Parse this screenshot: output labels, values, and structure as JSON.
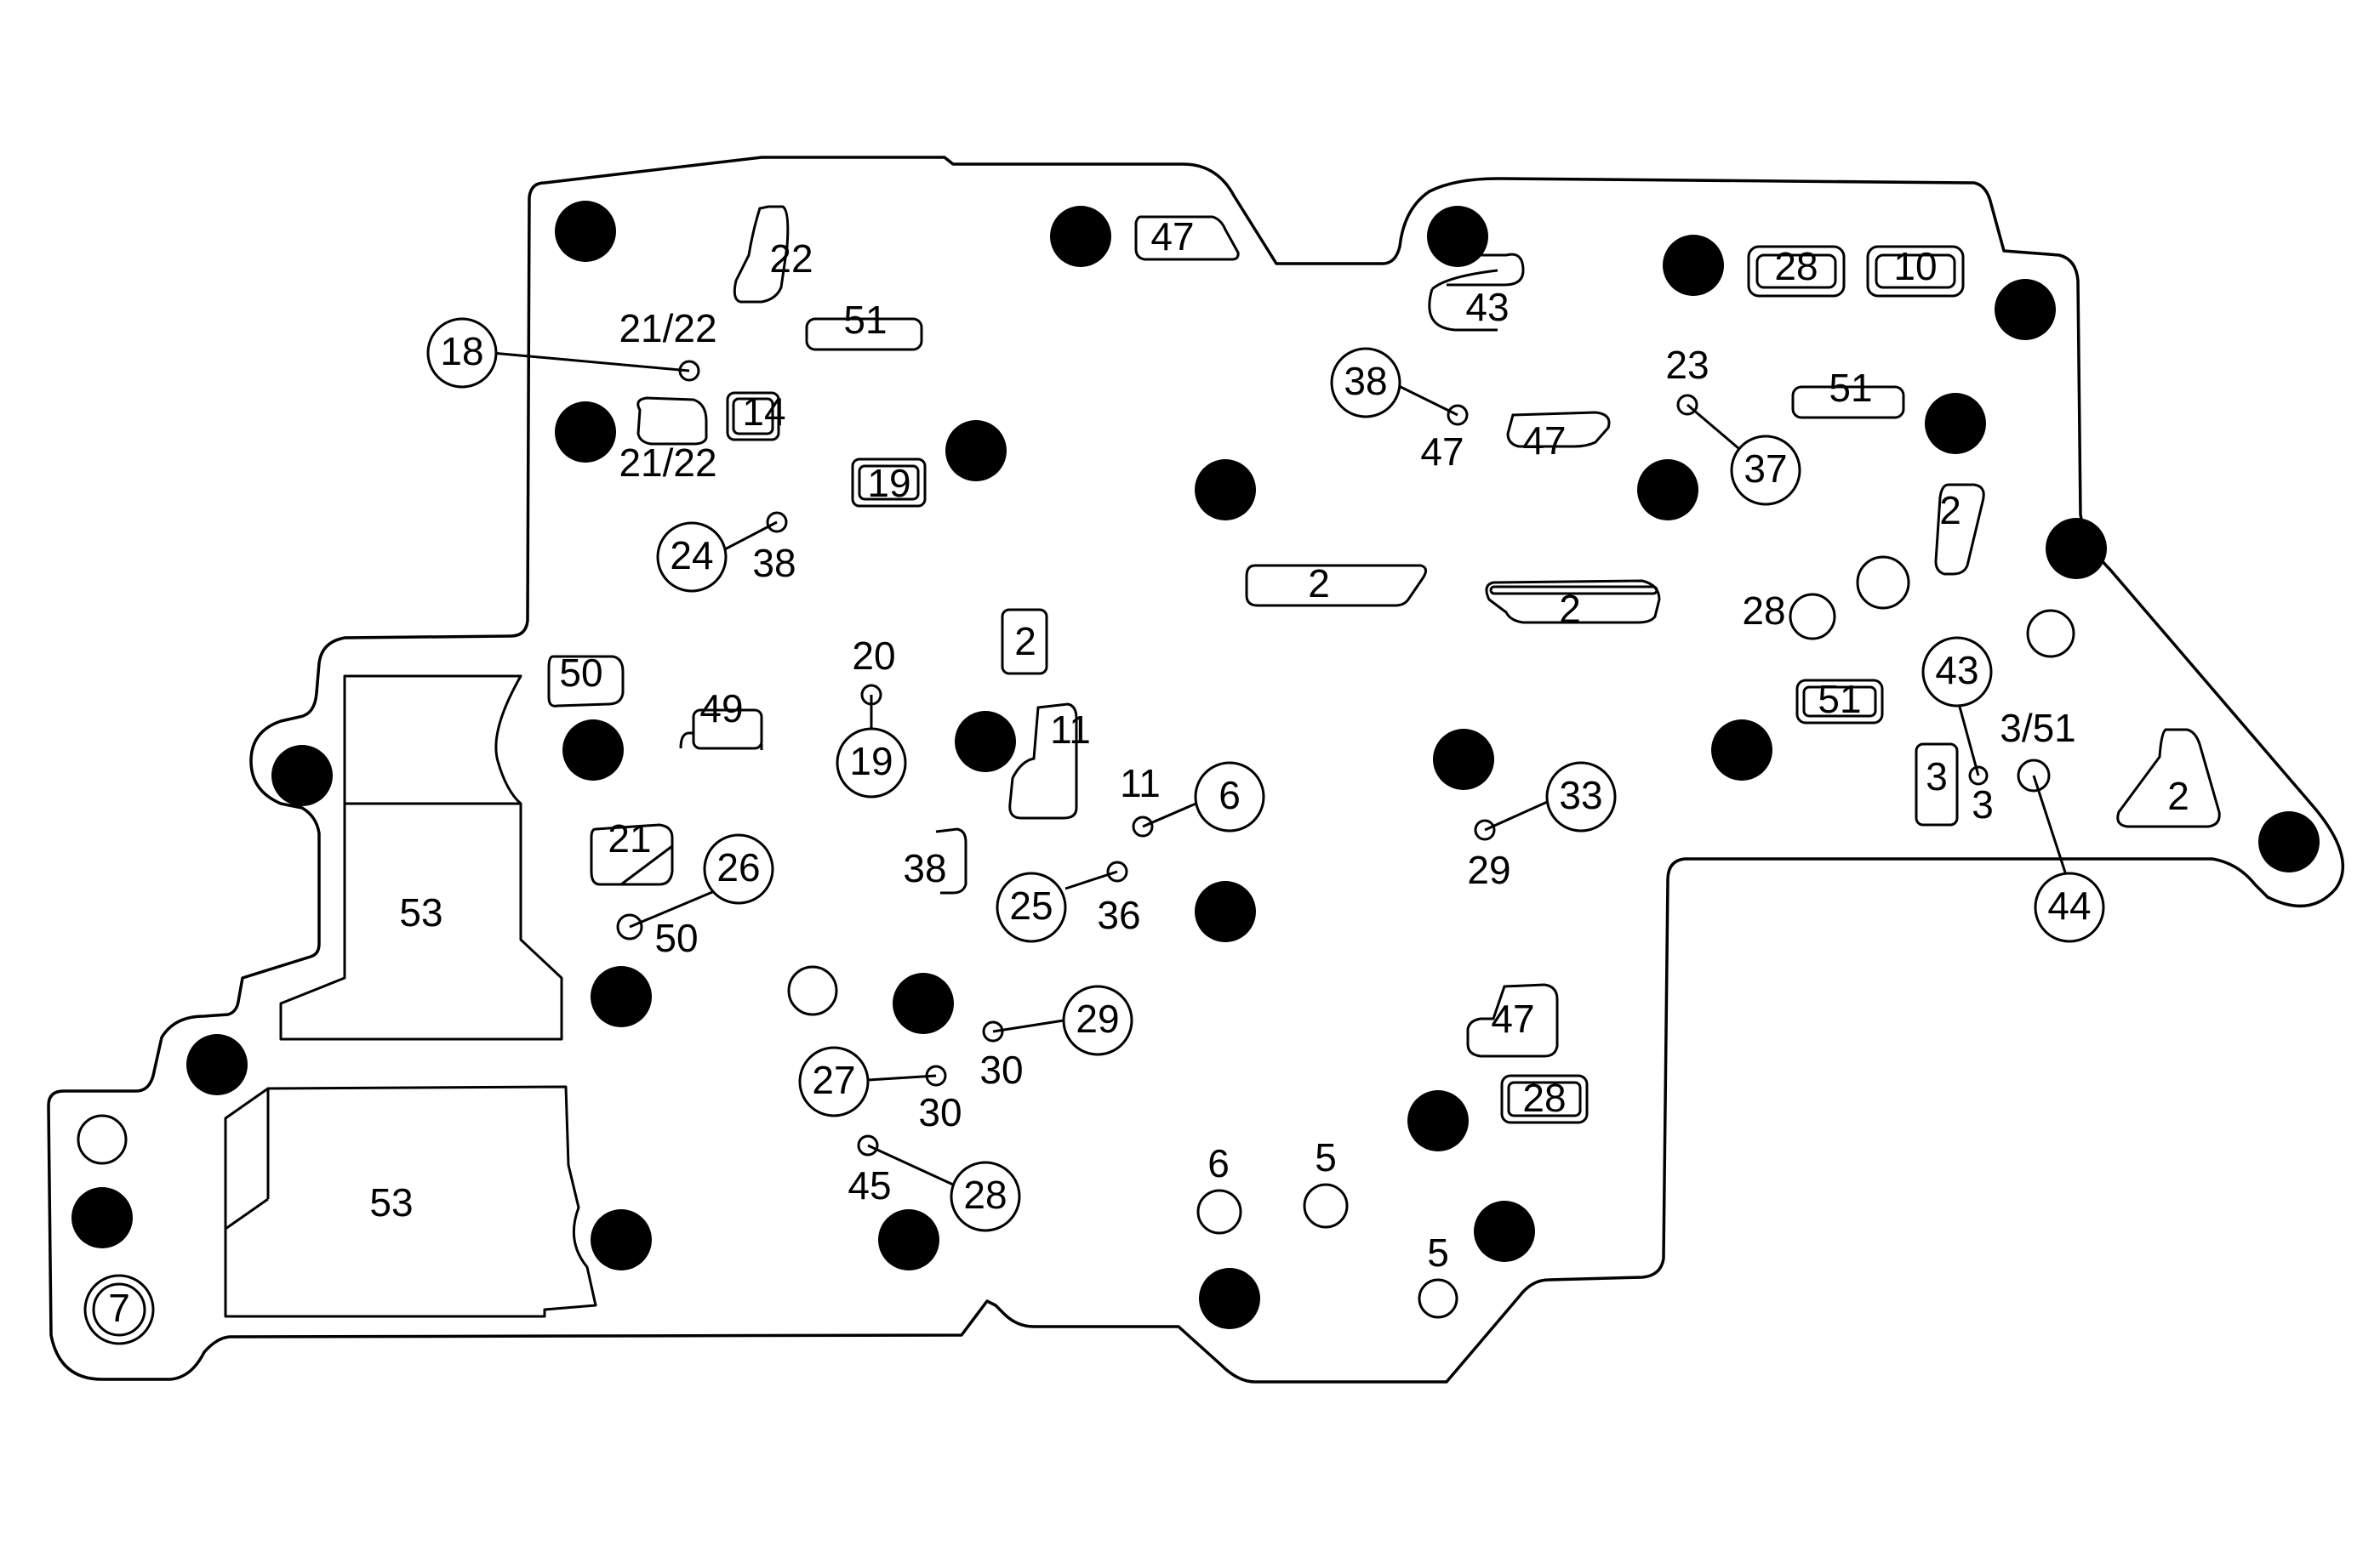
{
  "diagram": {
    "slot_labels": [
      {
        "id": "s22",
        "text": "22"
      },
      {
        "id": "s47a",
        "text": "47"
      },
      {
        "id": "s43",
        "text": "43"
      },
      {
        "id": "s28a",
        "text": "28"
      },
      {
        "id": "s10",
        "text": "10"
      },
      {
        "id": "s51a",
        "text": "51"
      },
      {
        "id": "s14",
        "text": "14"
      },
      {
        "id": "s51b",
        "text": "51"
      },
      {
        "id": "s47b",
        "text": "47"
      },
      {
        "id": "s19",
        "text": "19"
      },
      {
        "id": "s2a",
        "text": "2"
      },
      {
        "id": "s2b",
        "text": "2"
      },
      {
        "id": "s2c",
        "text": "2"
      },
      {
        "id": "s2d",
        "text": "2"
      },
      {
        "id": "s50",
        "text": "50"
      },
      {
        "id": "s49",
        "text": "49"
      },
      {
        "id": "s11",
        "text": "11"
      },
      {
        "id": "s51c",
        "text": "51"
      },
      {
        "id": "s3",
        "text": "3"
      },
      {
        "id": "s2e",
        "text": "2"
      },
      {
        "id": "s21",
        "text": "21"
      },
      {
        "id": "s38",
        "text": "38"
      },
      {
        "id": "s53a",
        "text": "53"
      },
      {
        "id": "s53b",
        "text": "53"
      },
      {
        "id": "s47c",
        "text": "47"
      },
      {
        "id": "s28b",
        "text": "28"
      }
    ],
    "point_labels": [
      {
        "id": "p2122a",
        "text": "21/22"
      },
      {
        "id": "p2122b",
        "text": "21/22"
      },
      {
        "id": "p38",
        "text": "38"
      },
      {
        "id": "p47",
        "text": "47"
      },
      {
        "id": "p23",
        "text": "23"
      },
      {
        "id": "p28",
        "text": "28"
      },
      {
        "id": "p20",
        "text": "20"
      },
      {
        "id": "p11",
        "text": "11"
      },
      {
        "id": "p3a",
        "text": "3/51"
      },
      {
        "id": "p3b",
        "text": "3"
      },
      {
        "id": "p50",
        "text": "50"
      },
      {
        "id": "p36",
        "text": "36"
      },
      {
        "id": "p29",
        "text": "29"
      },
      {
        "id": "p30a",
        "text": "30"
      },
      {
        "id": "p30b",
        "text": "30"
      },
      {
        "id": "p45",
        "text": "45"
      },
      {
        "id": "p6",
        "text": "6"
      },
      {
        "id": "p5a",
        "text": "5"
      },
      {
        "id": "p5b",
        "text": "5"
      }
    ],
    "callouts": [
      {
        "id": "c18",
        "text": "18"
      },
      {
        "id": "c24",
        "text": "24"
      },
      {
        "id": "c38",
        "text": "38"
      },
      {
        "id": "c37",
        "text": "37"
      },
      {
        "id": "c19",
        "text": "19"
      },
      {
        "id": "c6",
        "text": "6"
      },
      {
        "id": "c33",
        "text": "33"
      },
      {
        "id": "c43",
        "text": "43"
      },
      {
        "id": "c44",
        "text": "44"
      },
      {
        "id": "c26",
        "text": "26"
      },
      {
        "id": "c25",
        "text": "25"
      },
      {
        "id": "c29",
        "text": "29"
      },
      {
        "id": "c27",
        "text": "27"
      },
      {
        "id": "c28",
        "text": "28"
      },
      {
        "id": "c7",
        "text": "7"
      }
    ]
  }
}
